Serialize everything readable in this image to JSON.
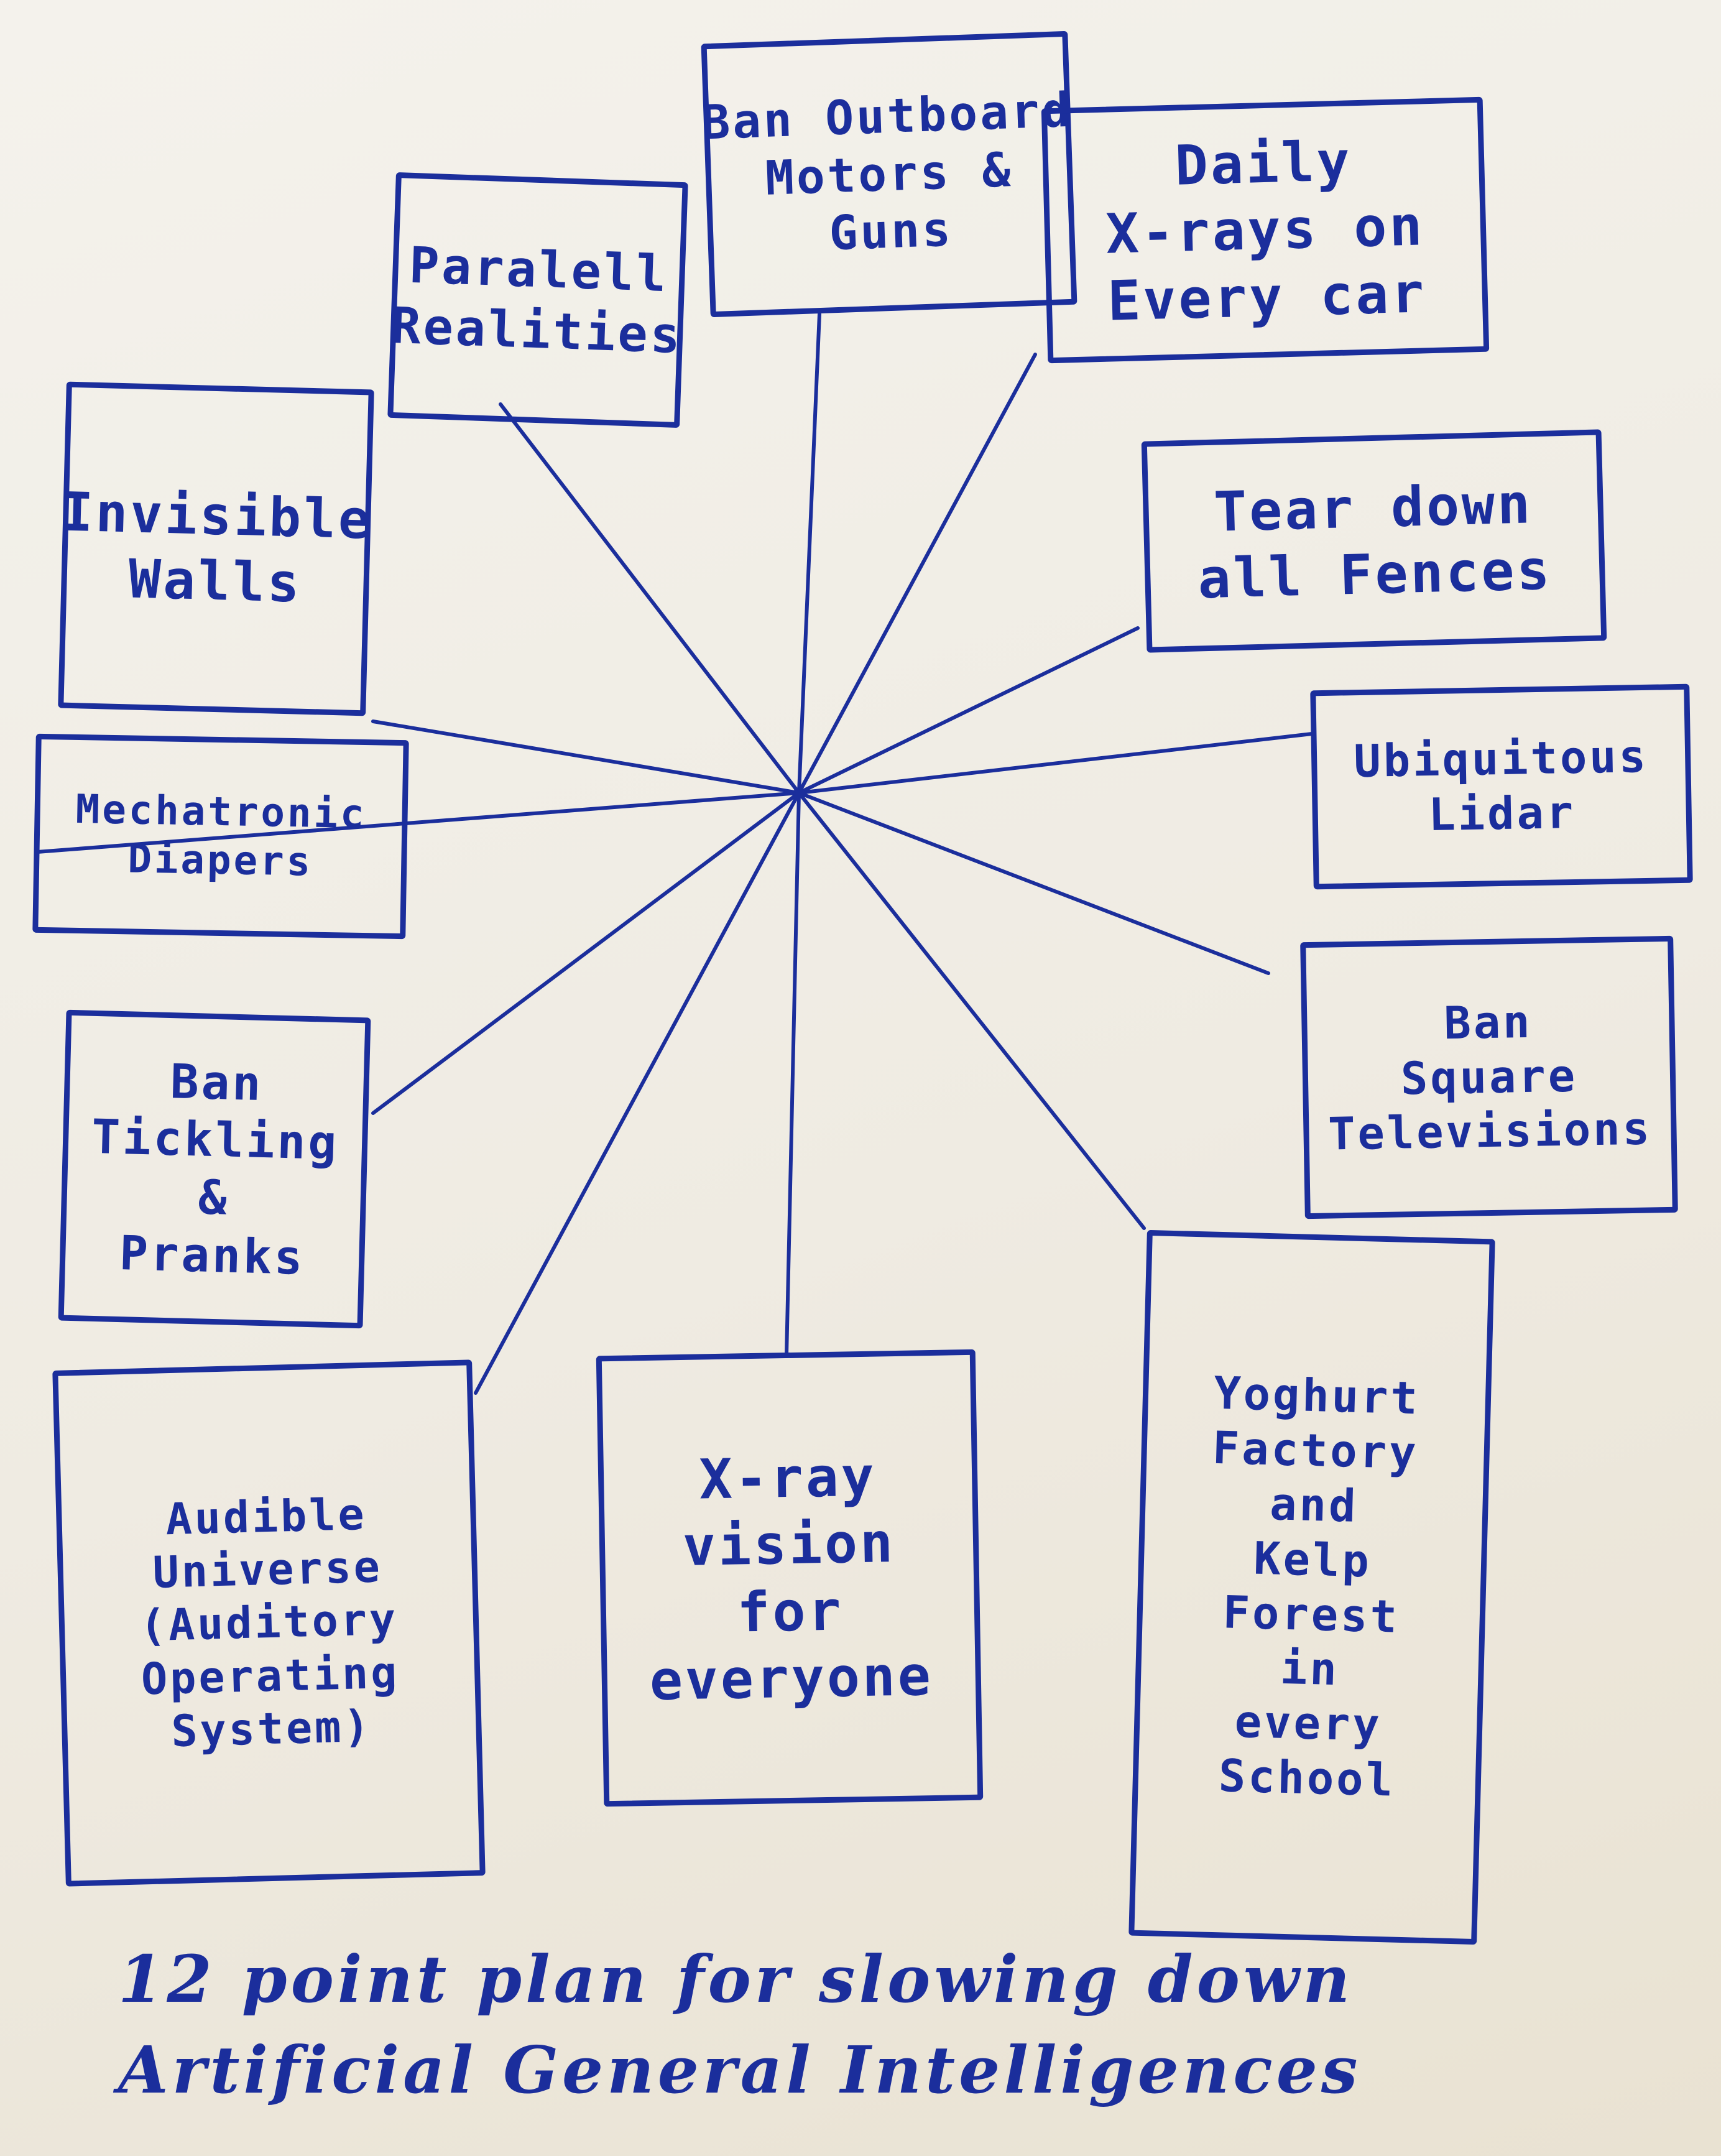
{
  "nodes": [
    {
      "id": "ban-outboard-motors",
      "lines": [
        "Ban Outboard",
        "Motors &",
        "Guns"
      ]
    },
    {
      "id": "daily-xrays",
      "lines": [
        "Daily",
        "X-rays on",
        "Every car"
      ]
    },
    {
      "id": "parallel-realities",
      "lines": [
        "Paralell",
        "Realities"
      ]
    },
    {
      "id": "invisible-walls",
      "lines": [
        "Invisible",
        "Walls"
      ]
    },
    {
      "id": "tear-down-fences",
      "lines": [
        "Tear down",
        "all Fences"
      ]
    },
    {
      "id": "ubiquitous-lidar",
      "lines": [
        "Ubiquitous",
        "Lidar"
      ]
    },
    {
      "id": "mechatronic-diapers",
      "lines": [
        "Mechatronic",
        "Diapers"
      ]
    },
    {
      "id": "ban-square-televisions",
      "lines": [
        "Ban",
        "Square",
        "Televisions"
      ]
    },
    {
      "id": "ban-tickling-pranks",
      "lines": [
        "Ban",
        "Tickling",
        "&",
        "Pranks"
      ]
    },
    {
      "id": "audible-universe",
      "lines": [
        "Audible",
        "Universe",
        "(Auditory",
        "Operating",
        "System)"
      ]
    },
    {
      "id": "xray-vision",
      "lines": [
        "X-ray",
        "vision",
        "for",
        "everyone"
      ]
    },
    {
      "id": "yoghurt-factory",
      "lines": [
        "Yoghurt",
        "Factory",
        "and",
        "Kelp",
        "Forest",
        "in",
        "every",
        "School"
      ]
    }
  ],
  "caption": {
    "line1": "12 point plan for slowing down",
    "line2": "Artificial General Intelligences"
  },
  "colors": {
    "ink": "#1b2e9c",
    "paper": "#f1eee7"
  }
}
